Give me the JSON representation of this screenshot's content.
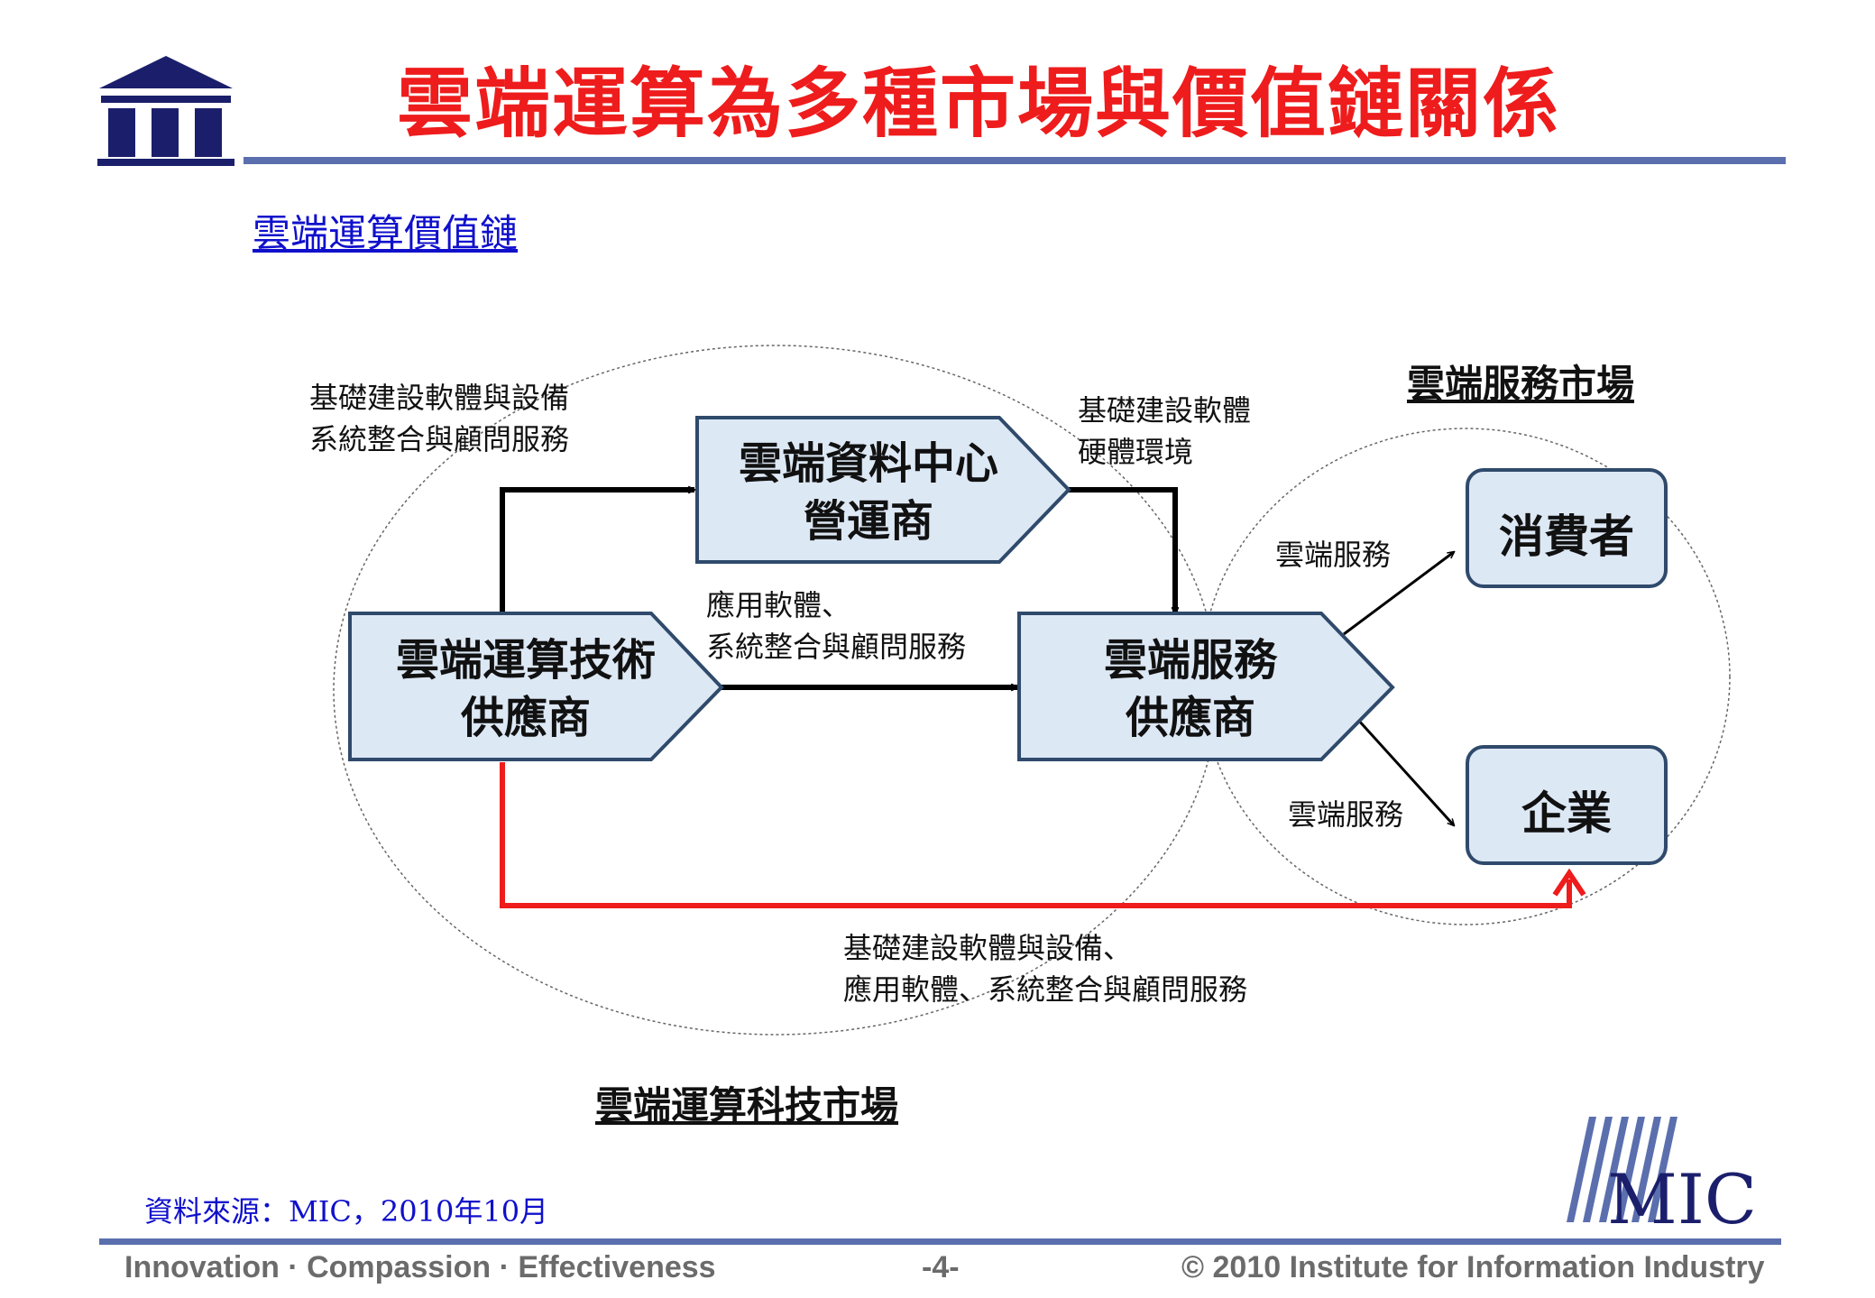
{
  "header": {
    "title": "雲端運算為多種市場與價值鏈關係",
    "logo_text": "III"
  },
  "subtitle": "雲端運算價值鏈",
  "diagram": {
    "nodes": {
      "tech_provider": "雲端運算技術\n供應商",
      "datacenter_operator": "雲端資料中心\n營運商",
      "service_provider": "雲端服務\n供應商",
      "consumer": "消費者",
      "enterprise": "企業"
    },
    "edge_labels": {
      "tech_to_datacenter": "基礎建設軟體與設備\n系統整合與顧問服務",
      "datacenter_to_service": "基礎建設軟體\n硬體環境",
      "tech_to_service": "應用軟體、\n系統整合與顧問服務",
      "service_to_consumer": "雲端服務",
      "service_to_enterprise": "雲端服務",
      "tech_to_enterprise": "基礎建設軟體與設備、\n應用軟體、系統整合與顧問服務"
    },
    "markets": {
      "tech_market": "雲端運算科技市場",
      "service_market": "雲端服務市場"
    },
    "colors": {
      "node_fill": "#dde8f5",
      "node_border": "#2f4a6b",
      "red_arrow": "#ee1c1c",
      "black_arrow": "#000000"
    }
  },
  "source": "資料來源：MIC，2010年10月",
  "mic_logo": "MIC",
  "footer": {
    "tagline": "Innovation · Compassion · Effectiveness",
    "page": "-4-",
    "copyright": "© 2010 Institute for Information Industry"
  }
}
